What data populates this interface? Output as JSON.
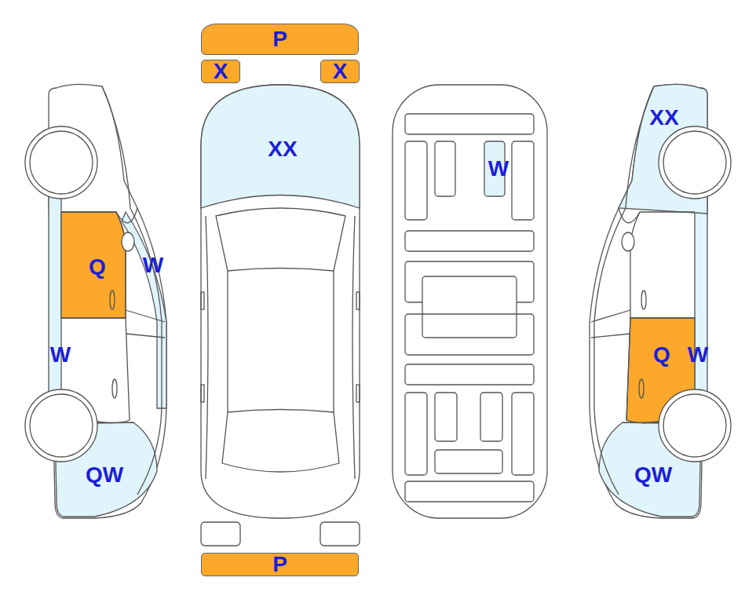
{
  "diagram": {
    "nodes": [
      {
        "text": [
          "P"
        ]
      },
      {
        "text": [
          "X"
        ]
      },
      {
        "text": [
          "X"
        ]
      },
      {
        "text": [
          "P"
        ]
      }
    ],
    "labels": [
      "XX",
      "W",
      "Q",
      "W",
      "W",
      "QW",
      "XX",
      "Q",
      "W",
      "QW"
    ]
  }
}
